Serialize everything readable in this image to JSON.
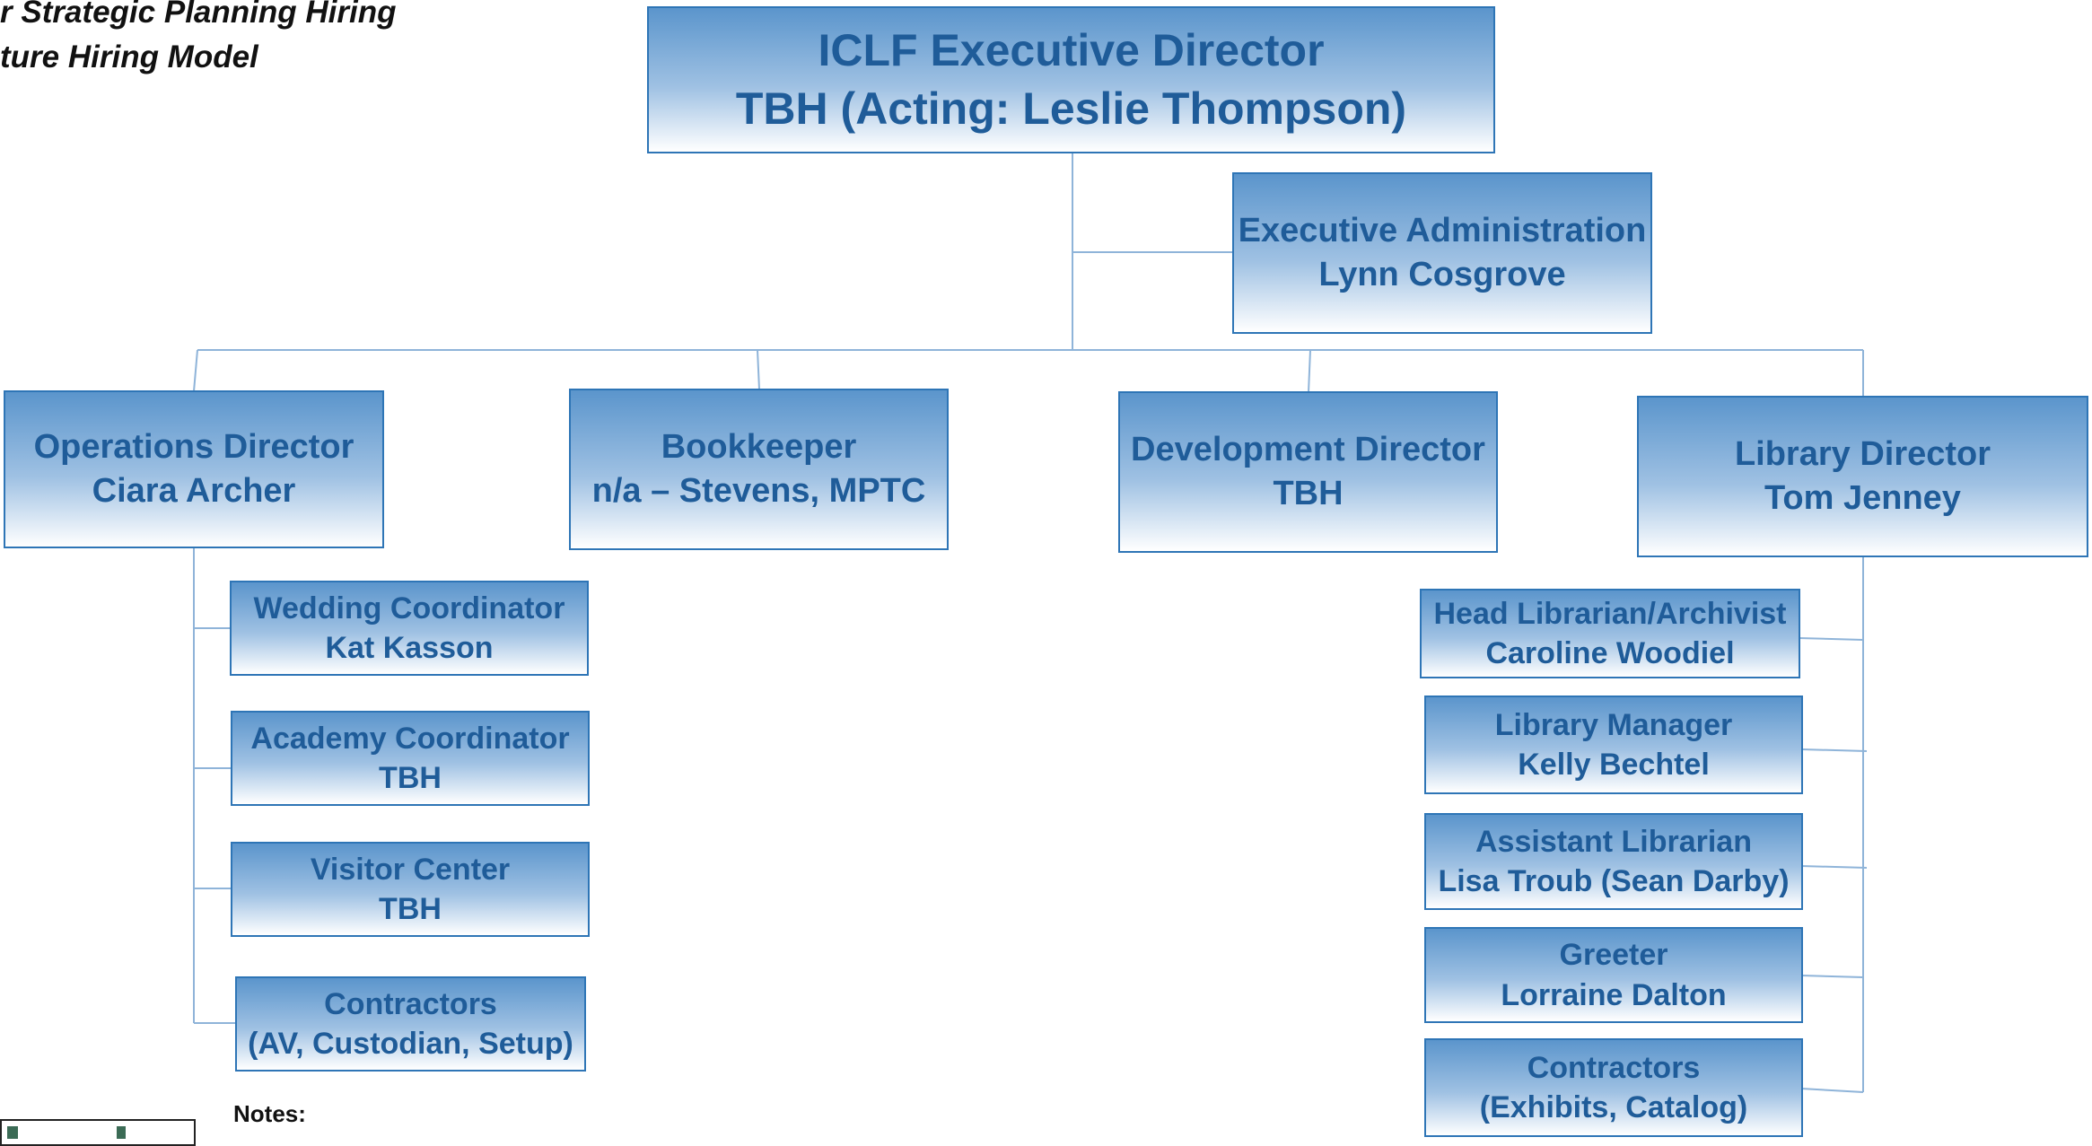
{
  "header": {
    "line1": "r Strategic Planning Hiring",
    "line2": "ture Hiring Model"
  },
  "colors": {
    "box_border": "#2e75b6",
    "box_text": "#1f5c99",
    "connector": "#8fb4d9"
  },
  "nodes": {
    "executive_director": {
      "title": "ICLF Executive Director",
      "name": "TBH (Acting: Leslie Thompson)"
    },
    "executive_administration": {
      "title": "Executive Administration",
      "name": "Lynn Cosgrove"
    },
    "operations_director": {
      "title": "Operations Director",
      "name": "Ciara Archer"
    },
    "bookkeeper": {
      "title": "Bookkeeper",
      "name": "n/a – Stevens, MPTC"
    },
    "development_director": {
      "title": "Development Director",
      "name": "TBH"
    },
    "library_director": {
      "title": "Library Director",
      "name": "Tom Jenney"
    },
    "wedding_coordinator": {
      "title": "Wedding Coordinator",
      "name": "Kat Kasson"
    },
    "academy_coordinator": {
      "title": "Academy Coordinator",
      "name": "TBH"
    },
    "visitor_center": {
      "title": "Visitor Center",
      "name": "TBH"
    },
    "ops_contractors": {
      "title": "Contractors",
      "name": "(AV, Custodian, Setup)"
    },
    "head_librarian": {
      "title": "Head Librarian/Archivist",
      "name": "Caroline Woodiel"
    },
    "library_manager": {
      "title": "Library Manager",
      "name": "Kelly Bechtel"
    },
    "assistant_librarian": {
      "title": "Assistant Librarian",
      "name": "Lisa Troub (Sean Darby)"
    },
    "greeter": {
      "title": "Greeter",
      "name": "Lorraine Dalton"
    },
    "library_contractors": {
      "title": "Contractors",
      "name": "(Exhibits, Catalog)"
    }
  },
  "notes": {
    "label": "Notes:"
  }
}
